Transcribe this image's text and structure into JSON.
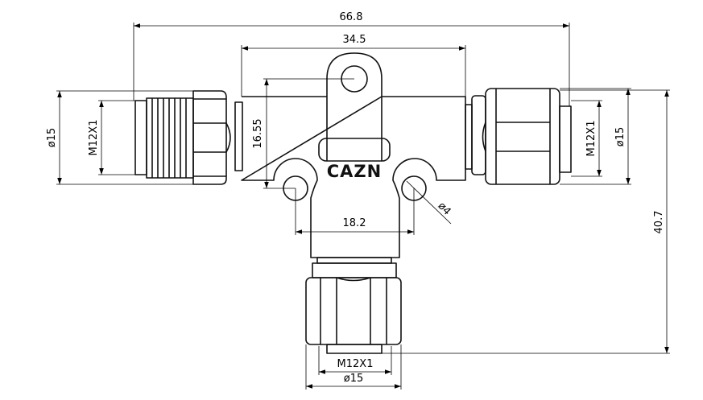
{
  "brand": "CAZN",
  "dimensions": {
    "overall_width": "66.8",
    "body_width": "34.5",
    "left_thread": "M12X1",
    "left_diameter": "ø15",
    "right_thread": "M12X1",
    "right_diameter": "ø15",
    "tab_height": "16.55",
    "hole_spacing": "18.2",
    "hole_diameter": "ø4",
    "overall_height": "40.7",
    "bottom_thread": "M12X1",
    "bottom_diameter": "ø15"
  }
}
